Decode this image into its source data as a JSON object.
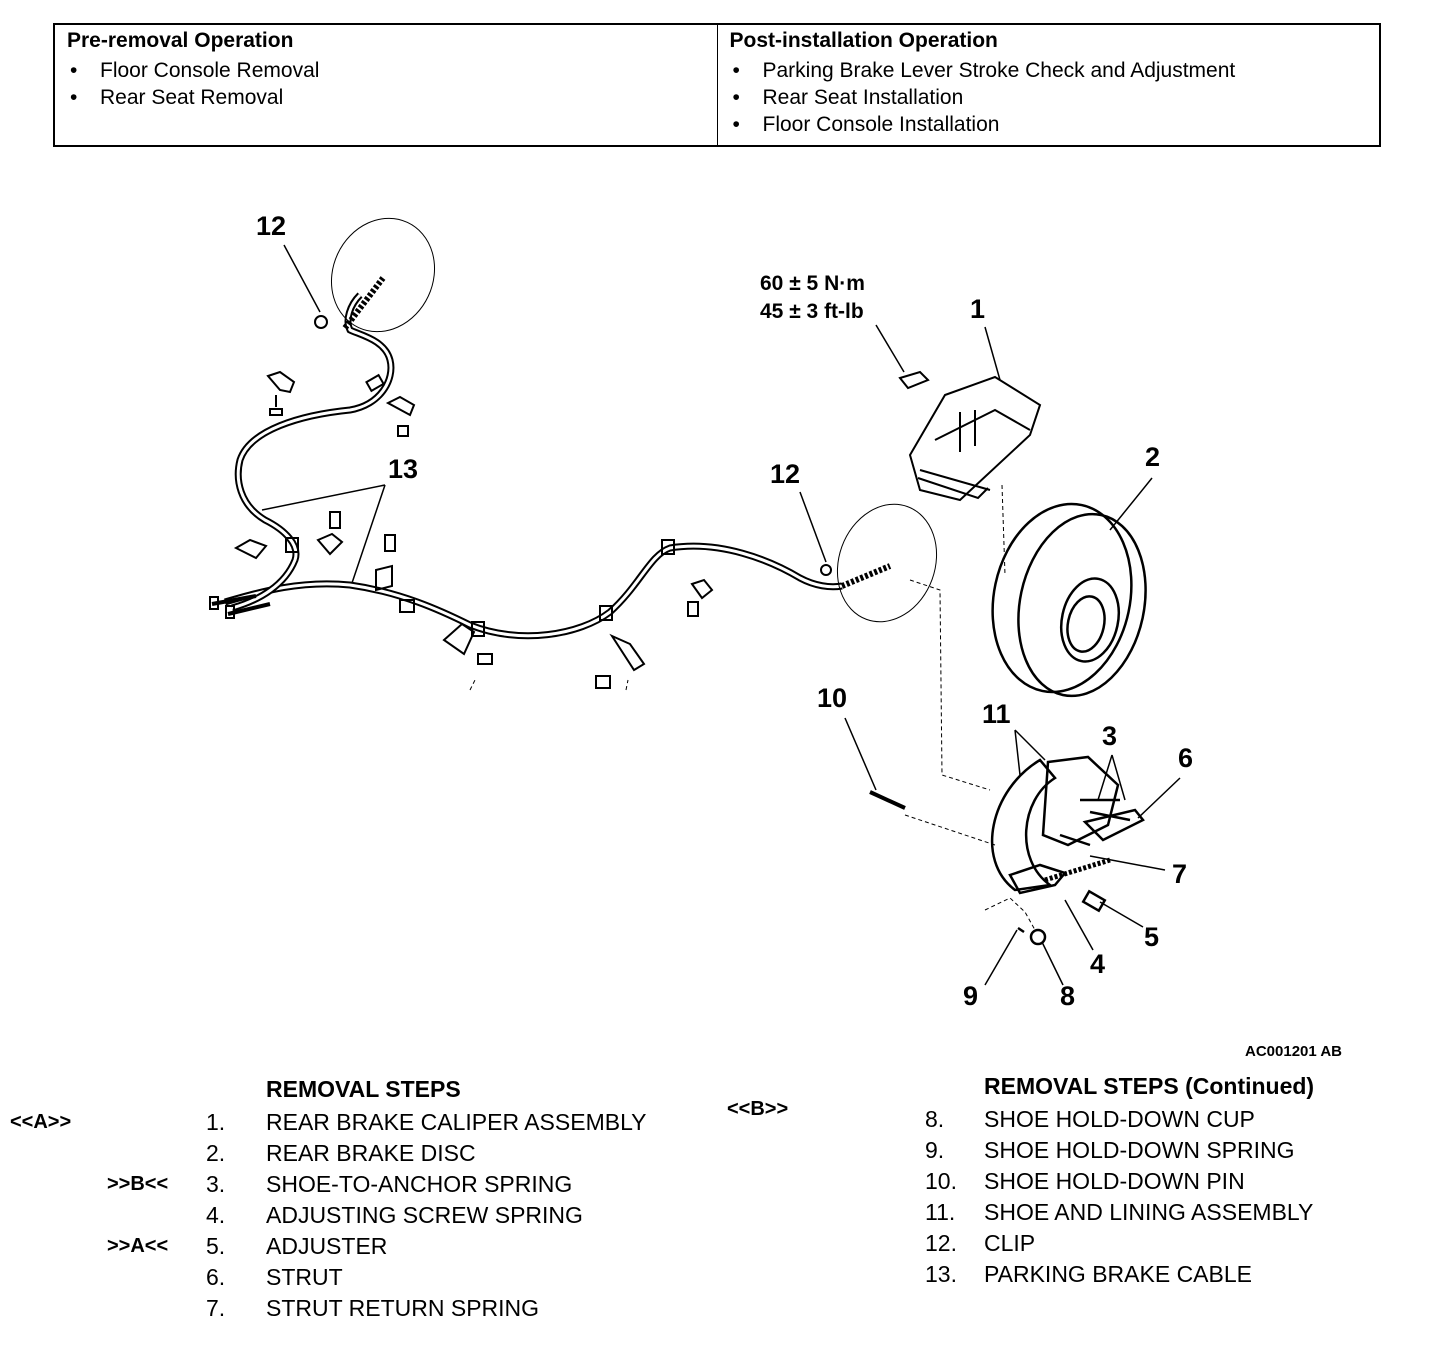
{
  "operations": {
    "pre_removal": {
      "title": "Pre-removal Operation",
      "items": [
        "Floor Console Removal",
        "Rear Seat Removal"
      ]
    },
    "post_installation": {
      "title": "Post-installation Operation",
      "items": [
        "Parking Brake Lever Stroke Check and Adjustment",
        "Rear Seat Installation",
        "Floor Console Installation"
      ]
    }
  },
  "diagram": {
    "torque_nm": "60 ± 5 N·m",
    "torque_ftlb": "45 ± 3 ft-lb",
    "callouts": [
      "12",
      "13",
      "12",
      "1",
      "2",
      "10",
      "11",
      "3",
      "6",
      "7",
      "5",
      "4",
      "8",
      "9"
    ],
    "code": "AC001201 AB"
  },
  "removal_steps": {
    "title": "REMOVAL STEPS",
    "title_continued": "REMOVAL STEPS (Continued)",
    "left": [
      {
        "mark": "<<A>>",
        "num": "1.",
        "text": "REAR BRAKE CALIPER ASSEMBLY"
      },
      {
        "mark": "",
        "num": "2.",
        "text": "REAR BRAKE DISC"
      },
      {
        "mark": ">>B<<",
        "num": "3.",
        "text": "SHOE-TO-ANCHOR SPRING"
      },
      {
        "mark": "",
        "num": "4.",
        "text": "ADJUSTING SCREW SPRING"
      },
      {
        "mark": ">>A<<",
        "num": "5.",
        "text": "ADJUSTER"
      },
      {
        "mark": "",
        "num": "6.",
        "text": "STRUT"
      },
      {
        "mark": "",
        "num": "7.",
        "text": "STRUT RETURN SPRING"
      }
    ],
    "right": [
      {
        "mark": "<<B>>",
        "num": "8.",
        "text": "SHOE HOLD-DOWN CUP"
      },
      {
        "mark": "",
        "num": "9.",
        "text": "SHOE HOLD-DOWN SPRING"
      },
      {
        "mark": "",
        "num": "10.",
        "text": "SHOE HOLD-DOWN PIN"
      },
      {
        "mark": "",
        "num": "11.",
        "text": "SHOE AND LINING ASSEMBLY"
      },
      {
        "mark": "",
        "num": "12.",
        "text": "CLIP"
      },
      {
        "mark": "",
        "num": "13.",
        "text": "PARKING BRAKE CABLE"
      }
    ]
  }
}
